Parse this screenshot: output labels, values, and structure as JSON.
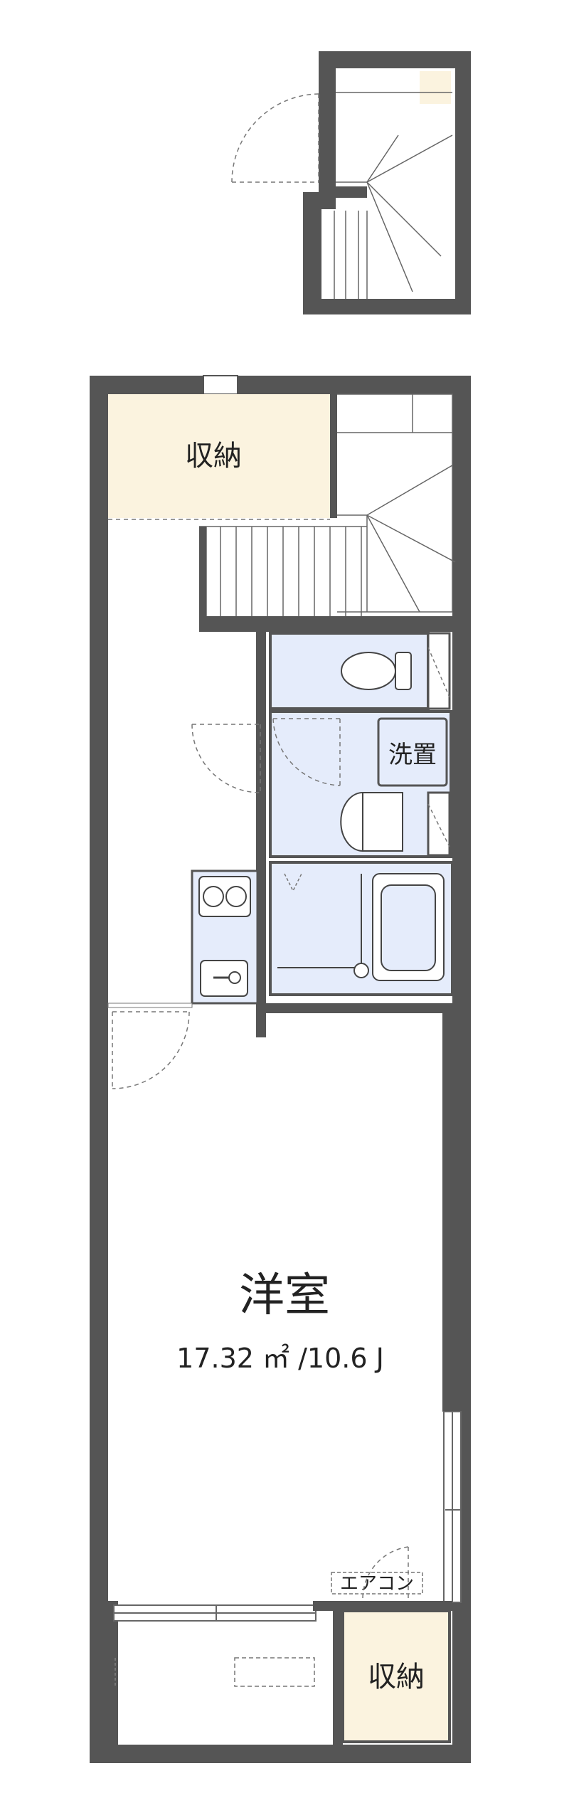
{
  "labels": {
    "storage_top": "収納",
    "washer": "洗置",
    "room_name": "洋室",
    "room_area": "17.32 ㎡ /10.6 J",
    "aircon": "エアコン",
    "storage_bottom": "収納"
  },
  "colors": {
    "wall": "#555555",
    "storage_fill": "#fbf3df",
    "wet_area_fill": "#e5ecfb",
    "floor": "#ffffff",
    "line": "#444444"
  }
}
